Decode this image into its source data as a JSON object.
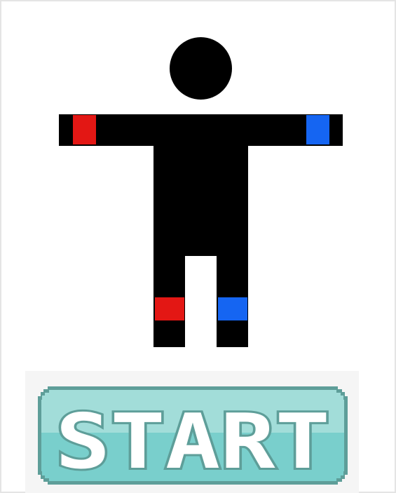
{
  "game": {
    "figure": {
      "body_color": "#000000",
      "markers": [
        {
          "name": "left-hand-marker",
          "color": "#e31714"
        },
        {
          "name": "right-hand-marker",
          "color": "#1565f2"
        },
        {
          "name": "left-foot-marker",
          "color": "#e31714"
        },
        {
          "name": "right-foot-marker",
          "color": "#1565f2"
        }
      ]
    },
    "start_button": {
      "label": "START",
      "colors": {
        "top": "#a2ddd9",
        "bottom": "#79cfcc",
        "border": "#5e9e99",
        "letter": "#ffffff"
      }
    }
  }
}
